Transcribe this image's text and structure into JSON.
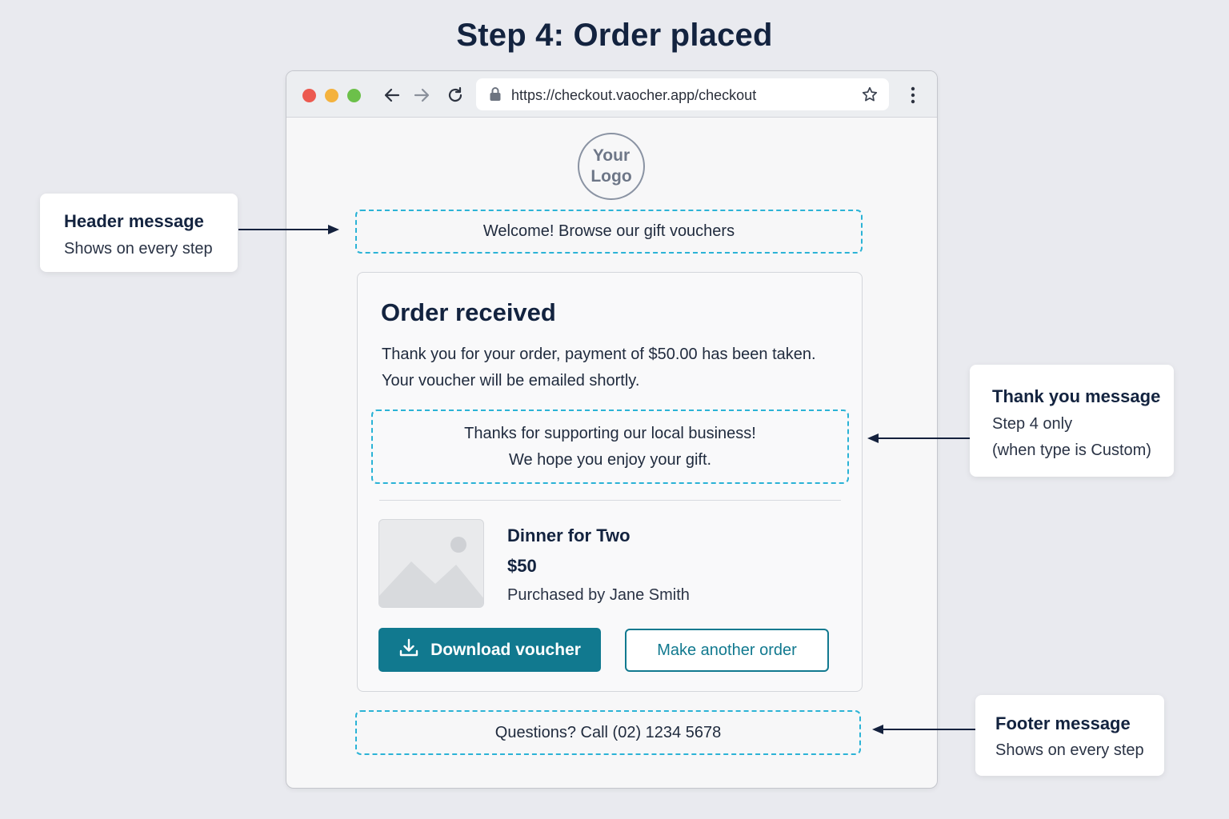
{
  "page_title": "Step 4: Order placed",
  "browser": {
    "url": "https://checkout.vaocher.app/checkout"
  },
  "logo": {
    "line1": "Your",
    "line2": "Logo"
  },
  "header_message": "Welcome! Browse our gift vouchers",
  "card": {
    "title": "Order received",
    "line1": "Thank you for your order, payment of $50.00 has been taken.",
    "line2": "Your voucher will be emailed shortly.",
    "thanks_line1": "Thanks for supporting our local business!",
    "thanks_line2": "We hope you enjoy your gift.",
    "product": {
      "name": "Dinner for Two",
      "price": "$50",
      "buyer": "Purchased by Jane Smith"
    },
    "download_label": "Download voucher",
    "another_label": "Make another order"
  },
  "footer_message": "Questions? Call (02) 1234 5678",
  "callouts": {
    "header": {
      "title": "Header message",
      "line1": "Shows on every step"
    },
    "thanks": {
      "title": "Thank you message",
      "line1": "Step 4 only",
      "line2": "(when type is Custom)"
    },
    "footer": {
      "title": "Footer message",
      "line1": "Shows on every step"
    }
  },
  "colors": {
    "accent": "#11798f",
    "dashed_border": "#2bb3d6",
    "title_text": "#13233f"
  },
  "icons": {
    "back": "arrow-left-icon",
    "forward": "arrow-right-icon",
    "reload": "reload-icon",
    "lock": "lock-icon",
    "bookmark": "star-icon",
    "menu": "kebab-menu-icon",
    "download": "download-icon",
    "image_placeholder": "image-placeholder-icon"
  }
}
